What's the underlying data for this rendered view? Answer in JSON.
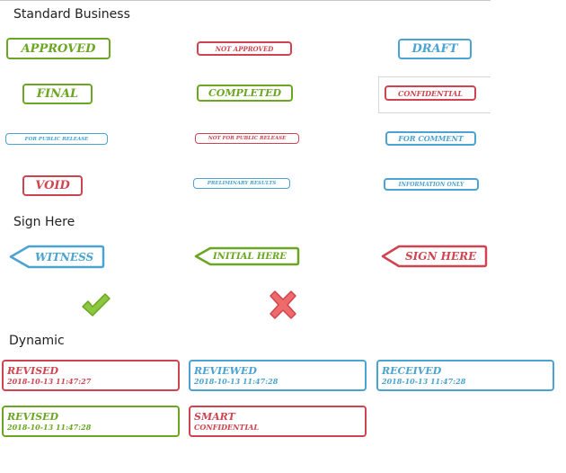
{
  "sections": {
    "standard": "Standard Business",
    "sign": "Sign Here",
    "dynamic": "Dynamic"
  },
  "colors": {
    "green": "#6aa621",
    "red": "#cf4450",
    "blue": "#4aa3d0"
  },
  "standard_stamps": [
    "APPROVED",
    "NOT APPROVED",
    "DRAFT",
    "FINAL",
    "COMPLETED",
    "CONFIDENTIAL",
    "FOR PUBLIC RELEASE",
    "NOT FOR PUBLIC RELEASE",
    "FOR COMMENT",
    "VOID",
    "PRELIMINARY RESULTS",
    "INFORMATION ONLY"
  ],
  "sign_stamps": [
    "WITNESS",
    "INITIAL HERE",
    "SIGN HERE"
  ],
  "icon_stamps": [
    "checkmark-icon",
    "x-mark-icon"
  ],
  "dynamic_stamps": [
    {
      "title": "REVISED",
      "sub": "2018-10-13 11:47:27"
    },
    {
      "title": "REVIEWED",
      "sub": "2018-10-13 11:47:28"
    },
    {
      "title": "RECEIVED",
      "sub": "2018-10-13 11:47:28"
    },
    {
      "title": "REVISED",
      "sub": "2018-10-13 11:47:28"
    },
    {
      "title": "SMART",
      "sub": "CONFIDENTIAL"
    }
  ]
}
